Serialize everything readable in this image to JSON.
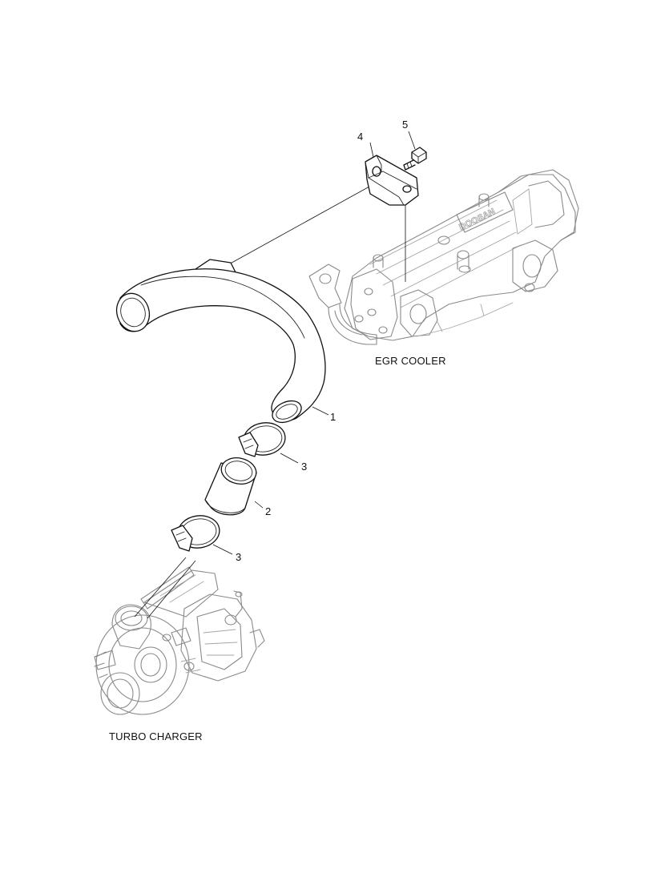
{
  "labels": {
    "callout_1": "1",
    "callout_2": "2",
    "callout_3_upper": "3",
    "callout_3_lower": "3",
    "callout_4": "4",
    "callout_5": "5",
    "egr_cooler": "EGR COOLER",
    "turbo_charger": "TURBO CHARGER"
  },
  "egr_cooler_logo_text": "DOOSAN"
}
